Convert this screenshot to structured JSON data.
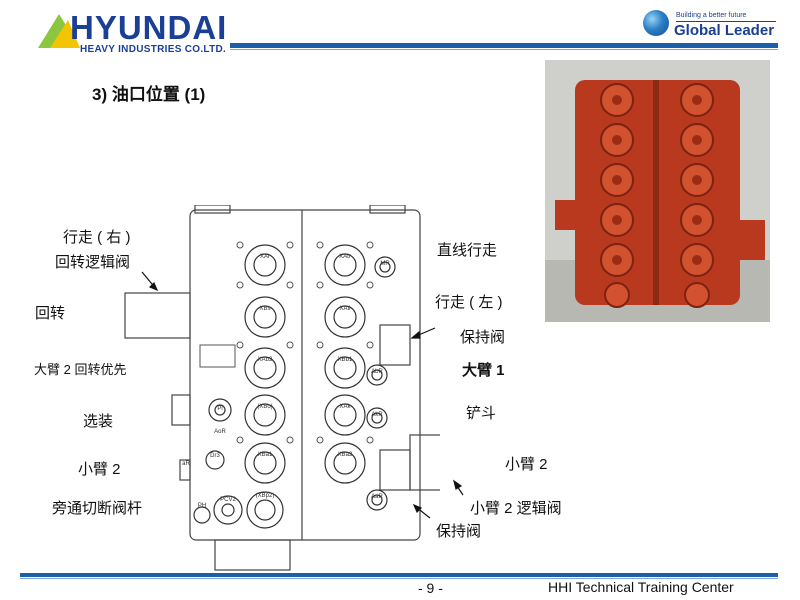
{
  "header": {
    "brand": "HYUNDAI",
    "brand_sub": "HEAVY INDUSTRIES CO.LTD.",
    "tagline": "Building a better future",
    "slogan": "Global Leader"
  },
  "title": "3) 油口位置 (1)",
  "labels": {
    "travel_right": "行走 ( 右 )",
    "swing_logic": "回转逻辑阀",
    "swing": "回转",
    "boom2_swing_priority": "大臂 2  回转优先",
    "option": "选装",
    "arm2_left": "小臂 2",
    "bypass_cut": "旁通切断阀杆",
    "straight_travel": "直线行走",
    "travel_left": "行走 ( 左 )",
    "holding_valve_top": "保持阀",
    "boom1": "大臂 1",
    "bucket": "铲斗",
    "arm2_right": "小臂 2",
    "arm2_logic": "小臂 2 逻辑阀",
    "holding_valve_bottom": "保持阀"
  },
  "ports": {
    "left": [
      "XAr",
      "XBs",
      "XAb2",
      "(XBo)",
      "Pi",
      "AoR",
      "Dr3",
      "XBa1",
      "PH",
      "PCV2",
      "(XBp2)",
      "aR"
    ],
    "right": [
      "XAtr",
      "MR",
      "XAtl",
      "XBb1",
      "AbR",
      "XAk",
      "AkR",
      "XBa2",
      "AaR"
    ]
  },
  "footer": {
    "page": "- 9 -",
    "center": "HHI Technical Training Center"
  }
}
